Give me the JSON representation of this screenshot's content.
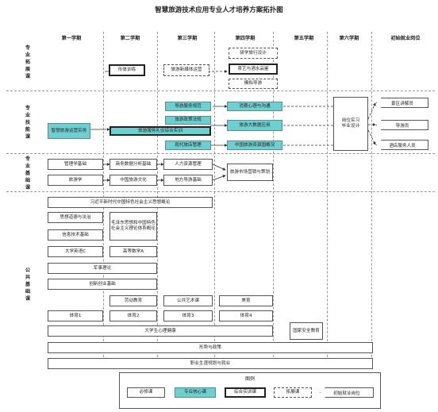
{
  "title": "智慧旅游技术应用专业人才培养方案拓扑图",
  "semesters": [
    "第一学期",
    "第二学期",
    "第三学期",
    "第四学期",
    "第五学期",
    "第六学期",
    "初始就业岗位"
  ],
  "rows": {
    "expand": "专\n业\n拓\n展\n课",
    "skill": "专\n业\n技\n能\n课",
    "basic": "专\n业\n基\n础\n课",
    "public": "公\n共\n基\n础\n课"
  },
  "expand": {
    "b1": "形体训练",
    "b2": "旅游新媒体运营",
    "b3": "研学旅行设计",
    "b4": "茶艺与酒水品鉴",
    "b5": "模拟导游"
  },
  "skill": {
    "b1": "智慧旅游运营实务",
    "b2": "旅游服务礼仪综合实训",
    "b3": "导游服务规范",
    "b4": "旅游政策法规",
    "b5": "现代旅店管理",
    "b6": "消费心理与沟通",
    "b7": "旅游大数据应用",
    "b8": "中国旅游资源国概况",
    "b9": "岗位实习\n毕业设计"
  },
  "jobs": [
    "景区讲解员",
    "导游员",
    "酒店服务人员"
  ],
  "basic": {
    "b1": "管理学基础",
    "b2": "旅游学",
    "b3": "商务数据分析基础",
    "b4": "中国旅游文化",
    "b5": "人力资源管理",
    "b6": "地方导游基础",
    "b7": "旅游市场营销与策划"
  },
  "public": {
    "b1": "习近平新时代中国特色社会主义思想概论",
    "b2": "思想道德与法治",
    "b3": "毛泽东思想和中国特色社会主义理论体系概论",
    "b4": "信息技术基础",
    "b5": "大学英语C",
    "b6": "高等数学A",
    "b7": "军事理论",
    "b8": "创新创业基础",
    "b9": "劳动教育",
    "b10": "公共艺术课",
    "b11": "美育",
    "b12": "体育1",
    "b13": "体育2",
    "b14": "体育3",
    "b15": "体育4",
    "b16": "大学生心理健康",
    "b17": "国家安全教育",
    "b18": "形势与政策",
    "b19": "职业生涯规划与就业"
  },
  "legend": {
    "title": "图例",
    "items": [
      "必修课",
      "专业核心课",
      "综合实训课",
      "拓展课",
      "初始就业岗位"
    ]
  },
  "colors": {
    "core": "#6ecfd0",
    "border": "#555555"
  }
}
